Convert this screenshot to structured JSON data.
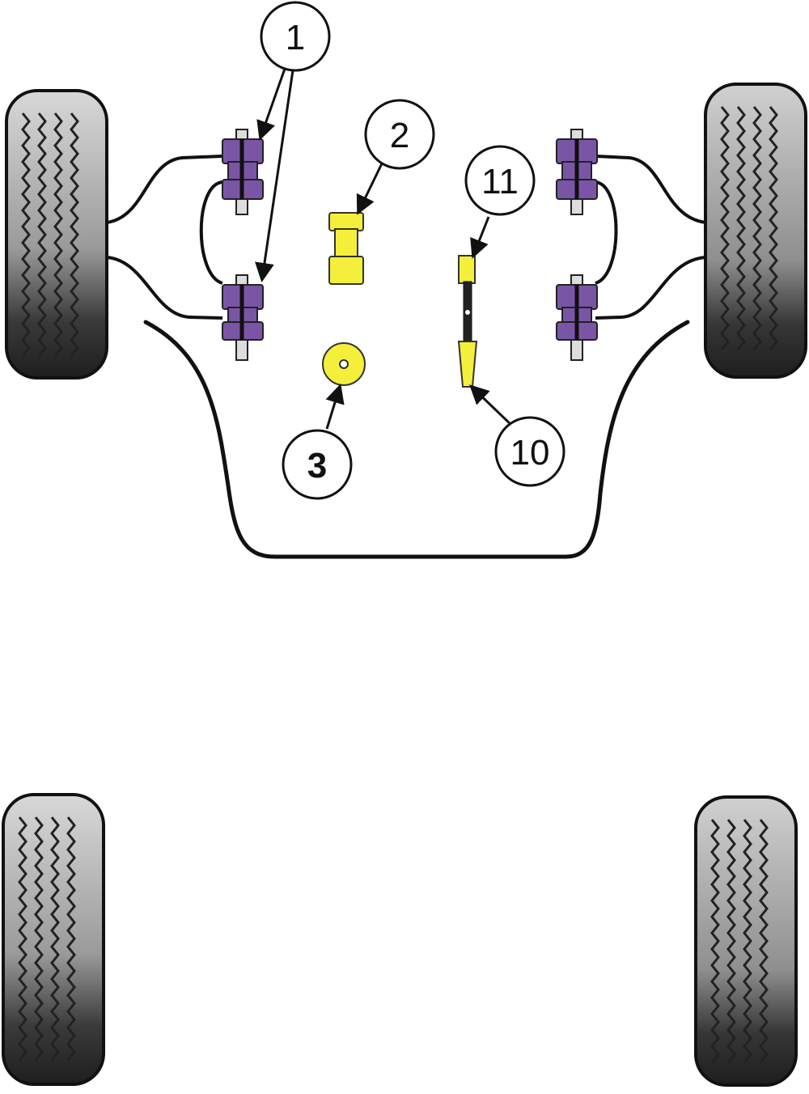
{
  "callouts": {
    "c1": "1",
    "c2": "2",
    "c3": "3",
    "c10": "10",
    "c11": "11"
  },
  "colors": {
    "bush_purple": "#7a55a6",
    "bush_yellow": "#f4ef3a",
    "tyre_dark": "#2a2a2a",
    "tyre_light": "#d6d6d6",
    "outline": "#111111"
  }
}
